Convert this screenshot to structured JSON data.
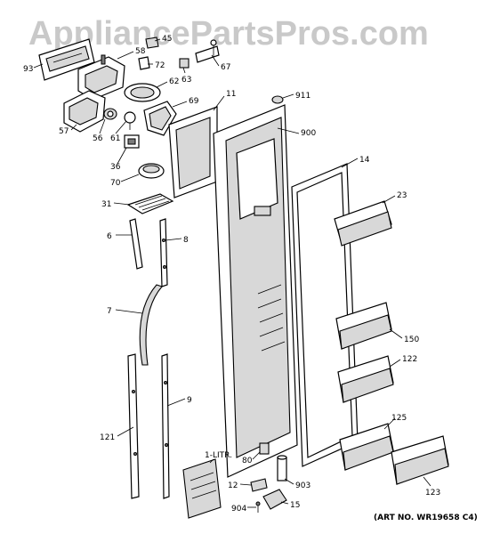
{
  "watermark": "AppliancePartsPros.com",
  "art_number": "(ART NO. WR19658 C4)",
  "callouts": [
    {
      "id": "93",
      "text": "93"
    },
    {
      "id": "58",
      "text": "58"
    },
    {
      "id": "45",
      "text": "45"
    },
    {
      "id": "72",
      "text": "72"
    },
    {
      "id": "62",
      "text": "62"
    },
    {
      "id": "69",
      "text": "69"
    },
    {
      "id": "57",
      "text": "57"
    },
    {
      "id": "56",
      "text": "56"
    },
    {
      "id": "61",
      "text": "61"
    },
    {
      "id": "36",
      "text": "36"
    },
    {
      "id": "70",
      "text": "70"
    },
    {
      "id": "31",
      "text": "31"
    },
    {
      "id": "6",
      "text": "6"
    },
    {
      "id": "8",
      "text": "8"
    },
    {
      "id": "7",
      "text": "7"
    },
    {
      "id": "9",
      "text": "9"
    },
    {
      "id": "121",
      "text": "121"
    },
    {
      "id": "63",
      "text": "63"
    },
    {
      "id": "67",
      "text": "67"
    },
    {
      "id": "11",
      "text": "11"
    },
    {
      "id": "911",
      "text": "911"
    },
    {
      "id": "900",
      "text": "900"
    },
    {
      "id": "14",
      "text": "14"
    },
    {
      "id": "23",
      "text": "23"
    },
    {
      "id": "150",
      "text": "150"
    },
    {
      "id": "122",
      "text": "122"
    },
    {
      "id": "125",
      "text": "125"
    },
    {
      "id": "123",
      "text": "123"
    },
    {
      "id": "1-litr",
      "text": "1-LITR."
    },
    {
      "id": "80",
      "text": "80"
    },
    {
      "id": "12",
      "text": "12"
    },
    {
      "id": "903",
      "text": "903"
    },
    {
      "id": "904",
      "text": "904"
    },
    {
      "id": "15",
      "text": "15"
    }
  ]
}
